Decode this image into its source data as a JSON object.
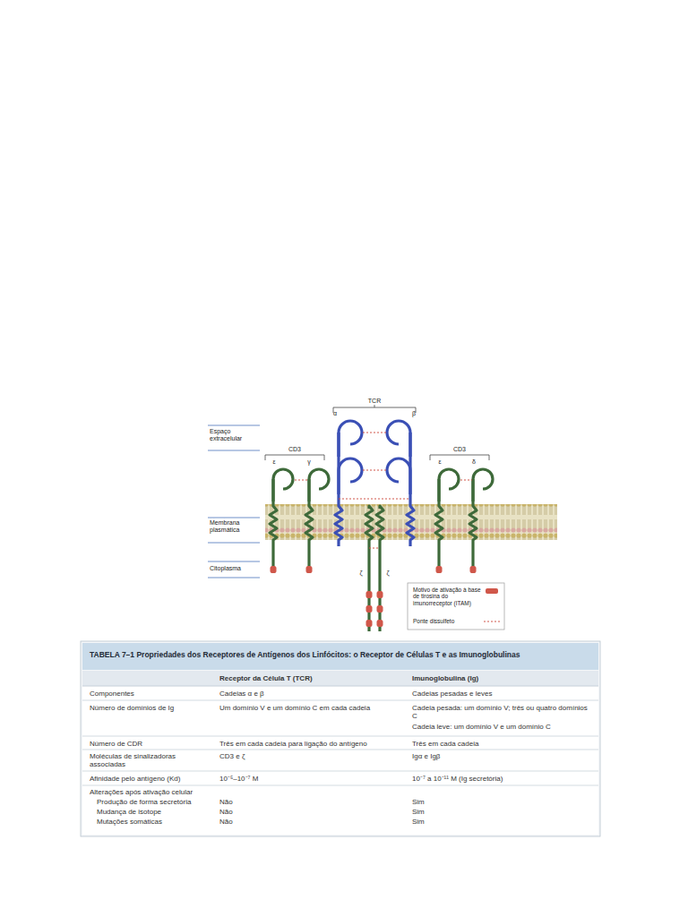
{
  "diagram": {
    "title": "TABELA 7–1 Propriedades dos Receptores de Antígenos dos Linfócitos: o Receptor de Células T e as Imunoglobulinas",
    "labels": [
      "TCR",
      "α",
      "β",
      "Espaço extracelular",
      "CD3",
      "ε",
      "γ",
      "CD3",
      "ε",
      "δ",
      "Membrana plasmática",
      "Citoplasma",
      "ζ",
      "ζ",
      "Receptor da Célula T (TCR)",
      "Imunoglobulina (Ig)",
      "Componentes",
      "Cadeias α e β",
      "Cadeias pesadas e leves",
      "Número de domínios de Ig",
      "Um domínio V e um domínio C em cada cadeia",
      "Cadeia pesada: um domínio V; três ou quatro domínios C",
      "Cadeia leve: um domínio V e um domínio C",
      "Número de CDR",
      "Três em cada cadeia para ligação do antígeno",
      "Três em cada cadeia",
      "Moléculas de sinalizadoras associadas",
      "CD3 e ζ",
      "Igα e Igβ",
      "Afinidade pelo antígeno (Kd)",
      "10⁻⁵–10⁻⁷ M",
      "10⁻⁷ a 10⁻¹¹ M (Ig secretória)",
      "Alterações após ativação celular",
      "Produção de forma secretória",
      "Não",
      "Sim",
      "Mudança de isotope",
      "Não",
      "Sim",
      "Mutações somáticas",
      "Não",
      "Sim"
    ],
    "legend": [
      {
        "text": "Motivo de ativação à base de tirosina do imunorreceptor (ITAM)",
        "color": "#d0574a"
      },
      {
        "text": "Ponte dissulfeto"
      }
    ]
  }
}
